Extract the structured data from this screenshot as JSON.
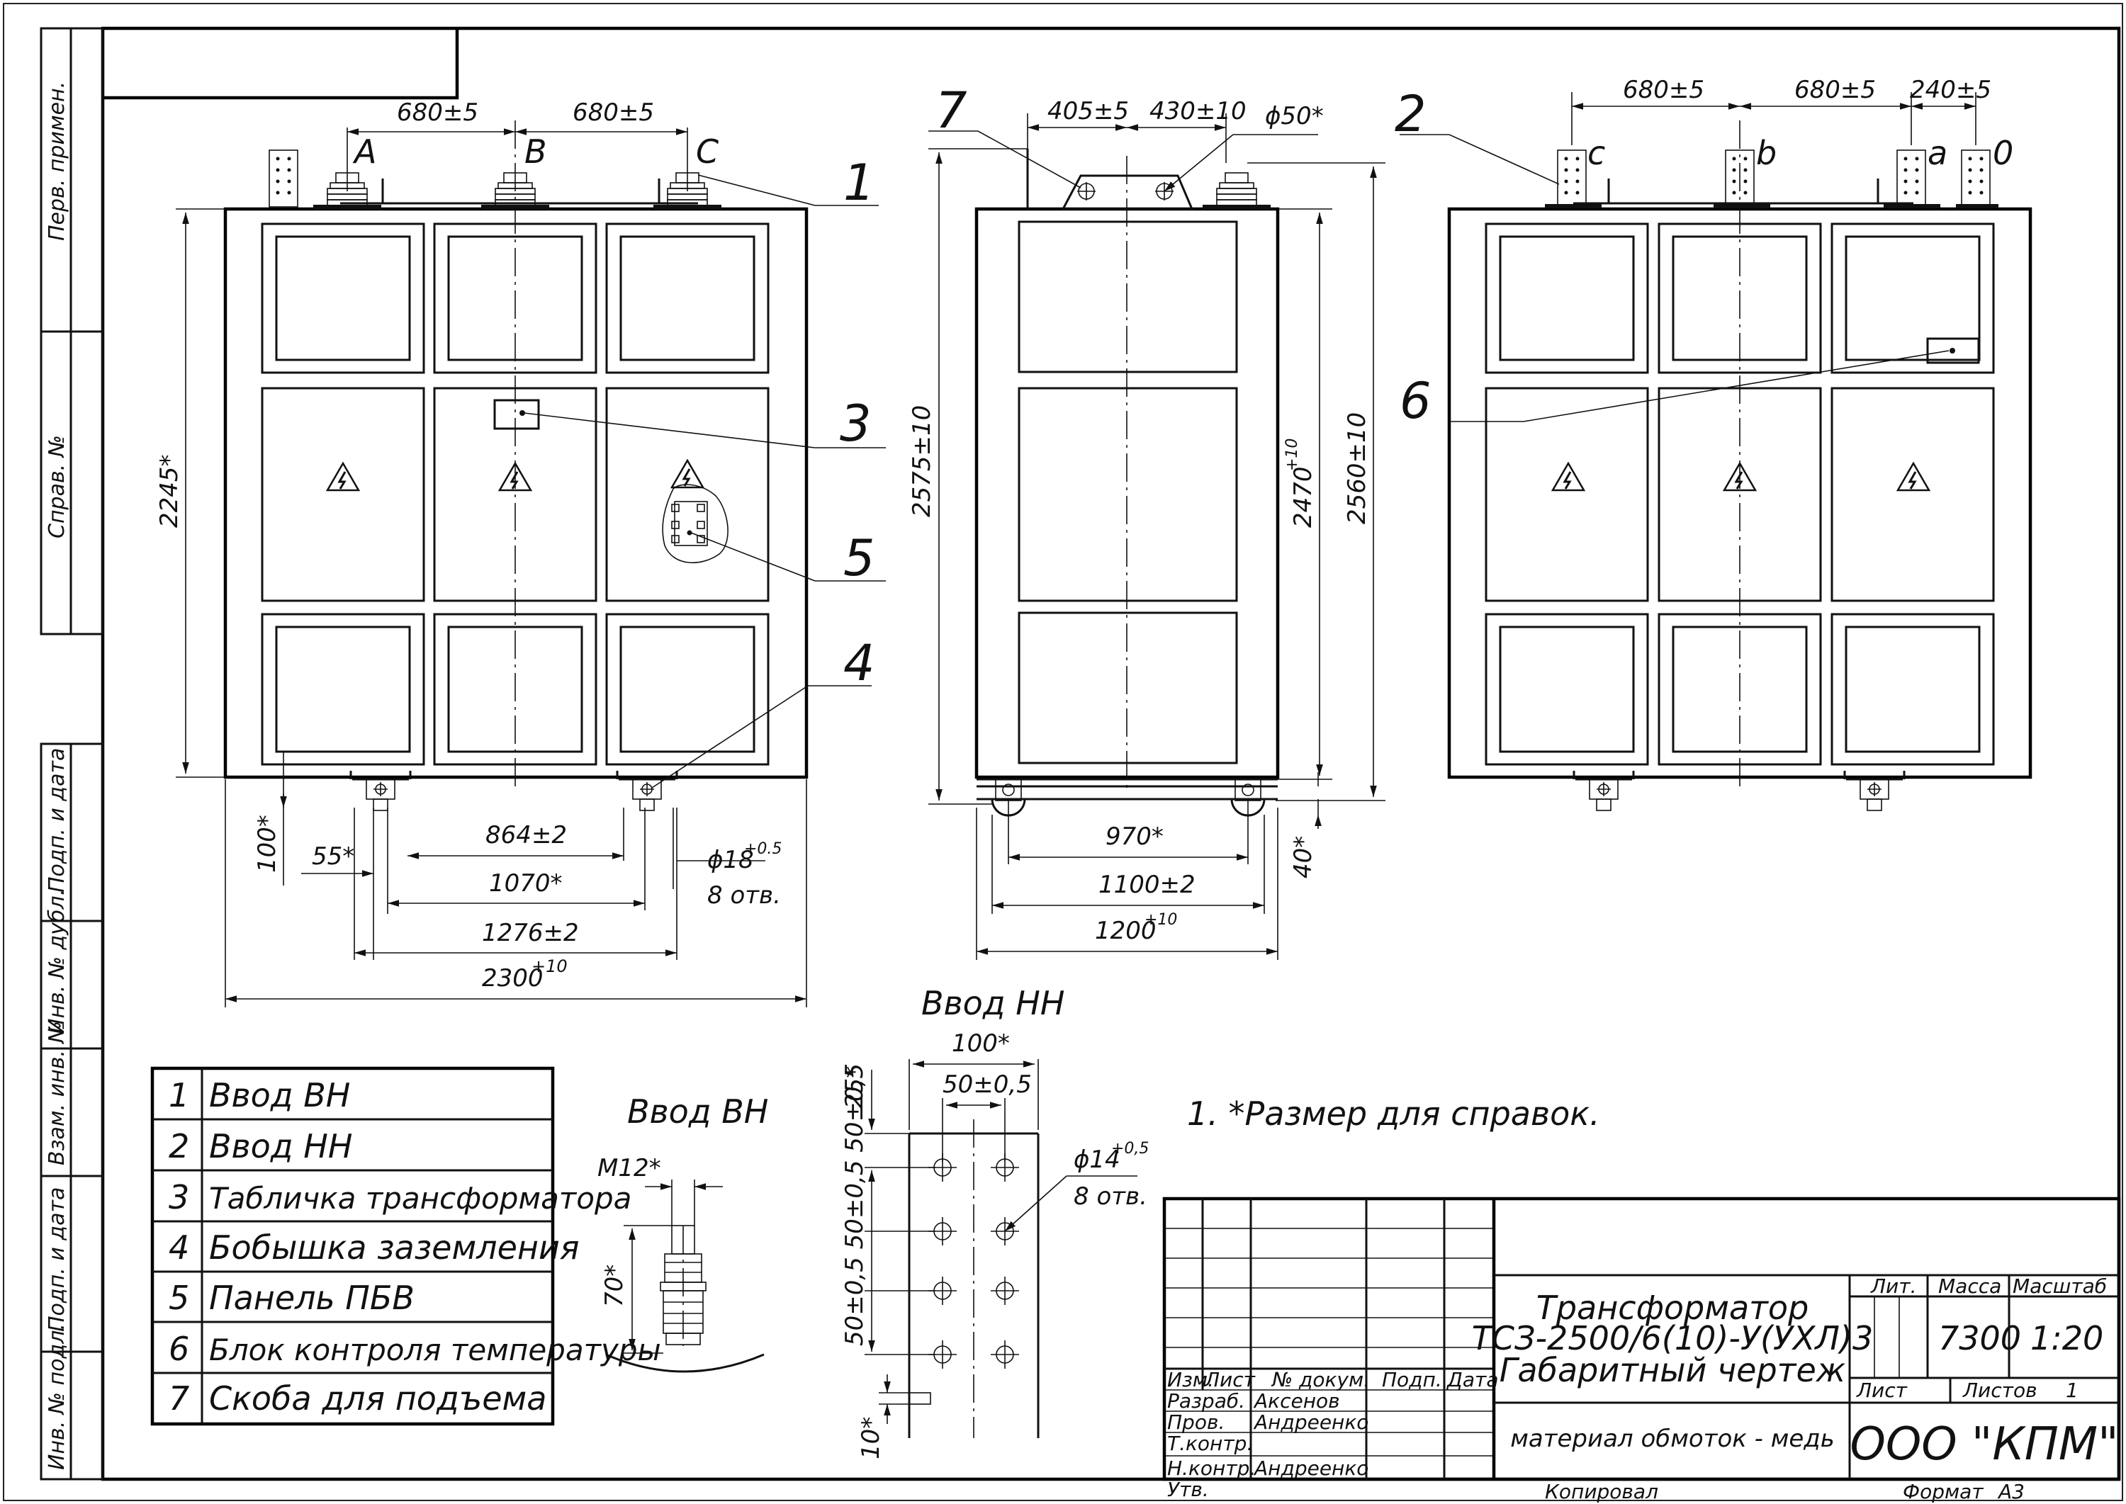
{
  "sidebar": {
    "labels": [
      "Перв. примен.",
      "Справ. №",
      "Подп. и дата",
      "Инв. № дубл.",
      "Взам. инв. №",
      "Подп. и дата",
      "Инв. № подл."
    ]
  },
  "front_view": {
    "phase_labels": [
      "A",
      "B",
      "C"
    ],
    "dims": {
      "d680_1": "680±5",
      "d680_2": "680±5",
      "h2245": "2245*",
      "d100": "100*",
      "d55": "55*",
      "d864": "864±2",
      "d1070": "1070*",
      "d1276": "1276±2",
      "d2300": "2300",
      "d2300_tol": "+10",
      "hole": "ϕ18",
      "hole_tol": "+0.5",
      "holes": "8 отв."
    }
  },
  "side_view": {
    "dims": {
      "d405": "405±5",
      "d430": "430±10",
      "d50": "ϕ50*",
      "h2575": "2575±10",
      "h2470": "2470",
      "h2470_tol": "+10",
      "h2560": "2560±10",
      "d970": "970*",
      "d1100": "1100±2",
      "d1200": "1200",
      "d1200_tol": "+10",
      "d40": "40*"
    }
  },
  "back_view": {
    "terminal_labels": [
      "c",
      "b",
      "a",
      "0"
    ],
    "dims": {
      "d680_1": "680±5",
      "d680_2": "680±5",
      "d240": "240±5"
    }
  },
  "callouts": [
    "1",
    "2",
    "3",
    "4",
    "5",
    "6",
    "7"
  ],
  "legend": [
    {
      "num": "1",
      "text": "Ввод ВН"
    },
    {
      "num": "2",
      "text": "Ввод НН"
    },
    {
      "num": "3",
      "text": "Табличка трансформатора"
    },
    {
      "num": "4",
      "text": "Бобышка заземления"
    },
    {
      "num": "5",
      "text": "Панель ПБВ"
    },
    {
      "num": "6",
      "text": "Блок контроля температуры"
    },
    {
      "num": "7",
      "text": "Скоба для подъема"
    }
  ],
  "detail_hv": {
    "title": "Ввод ВН",
    "m12": "M12*",
    "h70": "70*"
  },
  "detail_lv": {
    "title": "Ввод НН",
    "w100": "100*",
    "w50": "50±0,5",
    "h25": "25*",
    "pitch": "50±0,5 50±0,5 50±0,5",
    "hole": "ϕ14",
    "hole_tol": "+0,5",
    "holes": "8 отв.",
    "h10": "10*"
  },
  "note": "1.  *Размер для справок.",
  "title_block": {
    "headers": [
      "Изм.",
      "Лист",
      "№ докум.",
      "Подп.",
      "Дата"
    ],
    "roles": [
      "Разраб.",
      "Пров.",
      "Т.контр.",
      "",
      "Н.контр.",
      "Утв."
    ],
    "names": [
      "Аксенов",
      "Андреенко",
      "",
      "",
      "",
      "Андреенко"
    ],
    "title_lines": [
      "Трансформатор",
      "ТСЗ-2500/6(10)-У(УХЛ)3",
      "Габаритный чертеж"
    ],
    "material": "материал обмоток - медь",
    "lit_label": "Лит.",
    "mass_label": "Масса",
    "scale_label": "Масштаб",
    "mass": "7300",
    "scale": "1:20",
    "sheet_label": "Лист",
    "sheets_label": "Листов",
    "sheets": "1",
    "company": "ООО \"КПМ\"",
    "copied": "Копировал",
    "format_label": "Формат",
    "format": "А3"
  }
}
